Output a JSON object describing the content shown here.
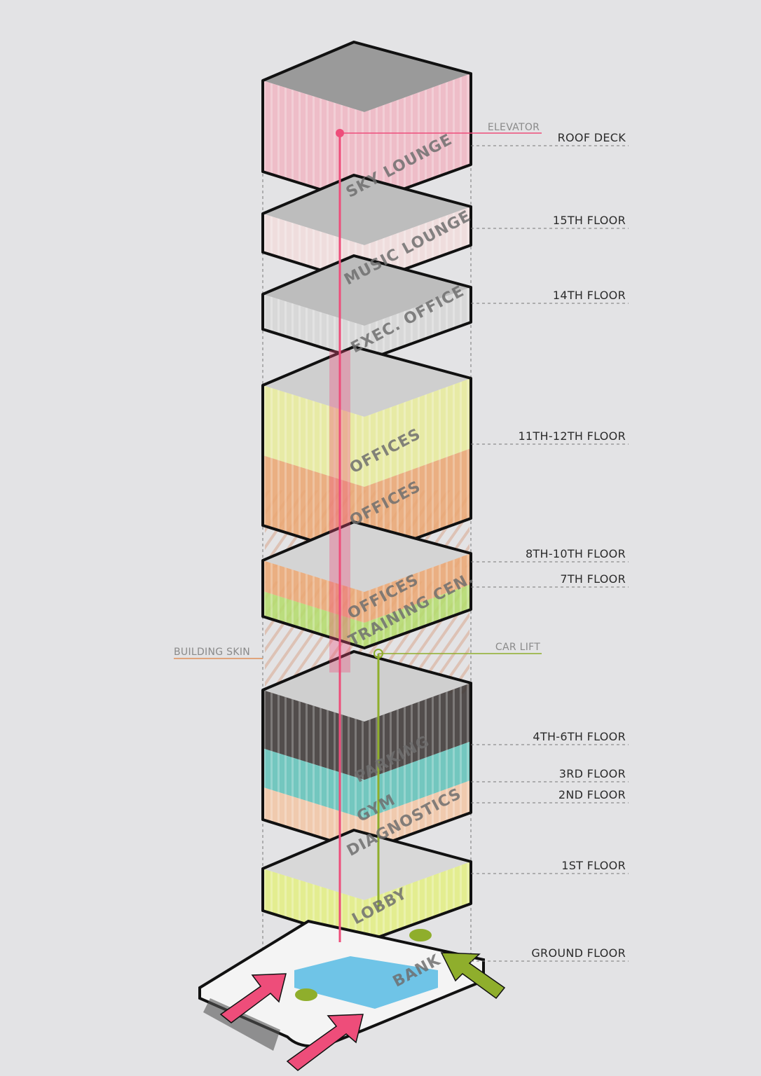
{
  "title": "Exploded axonometric stacking diagram",
  "colors": {
    "background": "#e3e3e5",
    "elevator": "#ee4d7a",
    "car_lift": "#8fae2c",
    "building_skin": "#e0905a",
    "sky_lounge": "#efb7c4",
    "offices_yellow": "#e7ea9c",
    "offices_orange": "#eaa774",
    "training_green": "#b5dc6e",
    "parking": "#3e3837",
    "gym": "#63c3b9",
    "diagnostics": "#f1c6a6",
    "lobby": "#e3ee84",
    "bank": "#61bfe6",
    "slab_grey": "#c9c9c9"
  },
  "callouts": {
    "elevator": "ELEVATOR",
    "car_lift": "CAR LIFT",
    "building_skin": "BUILDING SKIN"
  },
  "floor_labels": [
    "ROOF DECK",
    "15TH FLOOR",
    "14TH FLOOR",
    "11TH-12TH FLOOR",
    "8TH-10TH FLOOR",
    "7TH FLOOR",
    "4TH-6TH FLOOR",
    "3RD FLOOR",
    "2ND FLOOR",
    "1ST FLOOR",
    "GROUND FLOOR"
  ],
  "program_labels": {
    "sky_lounge": "SKY LOUNGE",
    "music_lounge": "MUSIC LOUNGE",
    "exec_office": "EXEC. OFFICE",
    "offices_12": "OFFICES",
    "offices_11": "OFFICES",
    "offices_8_10": "OFFICES",
    "training": "TRAINING CEN.",
    "parking": "PARKING",
    "gym": "GYM",
    "diagnostics": "DIAGNOSTICS",
    "lobby": "LOBBY",
    "bank": "BANK"
  }
}
